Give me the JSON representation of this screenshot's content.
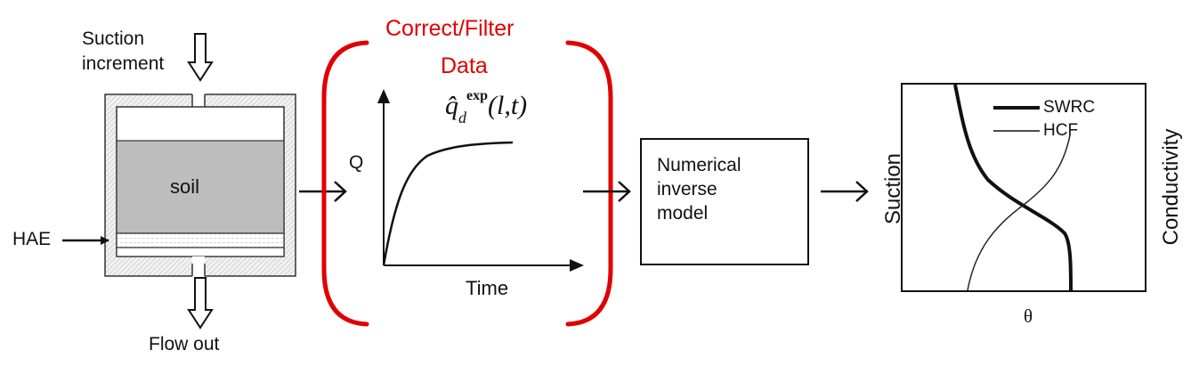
{
  "cell": {
    "suction_label_line1": "Suction",
    "suction_label_line2": "increment",
    "soil_label": "soil",
    "hae_label": "HAE",
    "flow_out_label": "Flow out"
  },
  "filter_step": {
    "label_line1": "Correct/Filter",
    "label_line2": "Data",
    "color": "#e00000"
  },
  "flow_plot": {
    "y_axis_label": "Q",
    "x_axis_label": "Time",
    "curve_symbol": "q̂",
    "curve_subscript": "d",
    "curve_superscript": "exp",
    "curve_args": "(l,t)"
  },
  "model_step": {
    "line1": "Numerical",
    "line2": "inverse",
    "line3": "model"
  },
  "result_plot": {
    "left_axis_label": "Suction",
    "right_axis_label": "Conductivity",
    "bottom_axis_label": "θ",
    "legend": [
      {
        "name": "SWRC",
        "style": "thick"
      },
      {
        "name": "HCF",
        "style": "thin"
      }
    ]
  }
}
